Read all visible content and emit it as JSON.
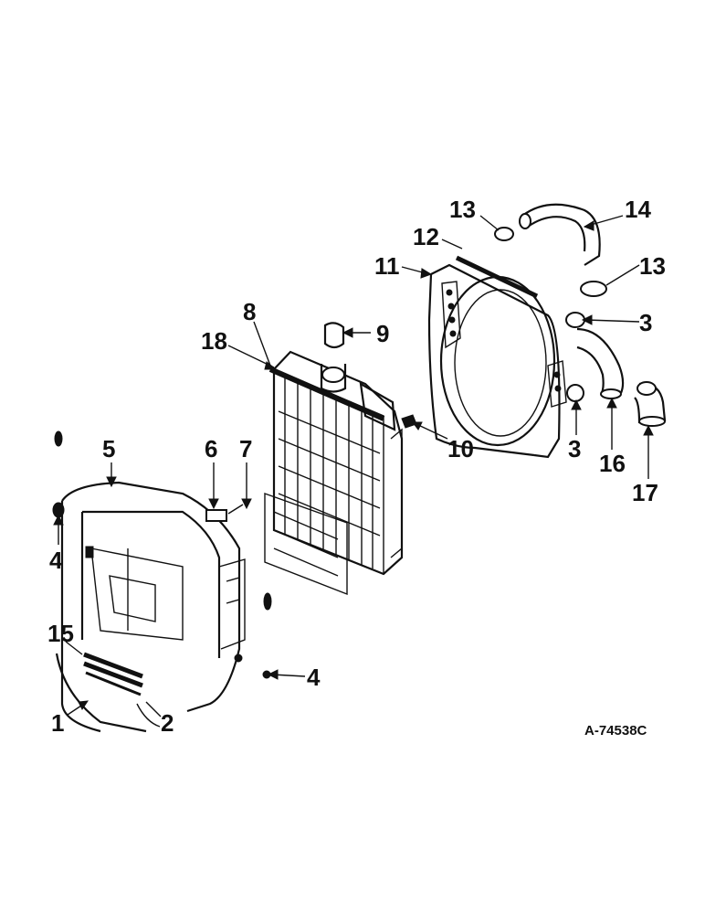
{
  "drawing_code": "A-74538C",
  "callouts": [
    {
      "id": "c1",
      "label": "1"
    },
    {
      "id": "c2",
      "label": "2"
    },
    {
      "id": "c3a",
      "label": "3"
    },
    {
      "id": "c3b",
      "label": "3"
    },
    {
      "id": "c4a",
      "label": "4"
    },
    {
      "id": "c4b",
      "label": "4"
    },
    {
      "id": "c5",
      "label": "5"
    },
    {
      "id": "c6",
      "label": "6"
    },
    {
      "id": "c7",
      "label": "7"
    },
    {
      "id": "c8",
      "label": "8"
    },
    {
      "id": "c9",
      "label": "9"
    },
    {
      "id": "c10",
      "label": "10"
    },
    {
      "id": "c11",
      "label": "11"
    },
    {
      "id": "c12",
      "label": "12"
    },
    {
      "id": "c13a",
      "label": "13"
    },
    {
      "id": "c13b",
      "label": "13"
    },
    {
      "id": "c14",
      "label": "14"
    },
    {
      "id": "c15",
      "label": "15"
    },
    {
      "id": "c16",
      "label": "16"
    },
    {
      "id": "c17",
      "label": "17"
    },
    {
      "id": "c18",
      "label": "18"
    }
  ]
}
